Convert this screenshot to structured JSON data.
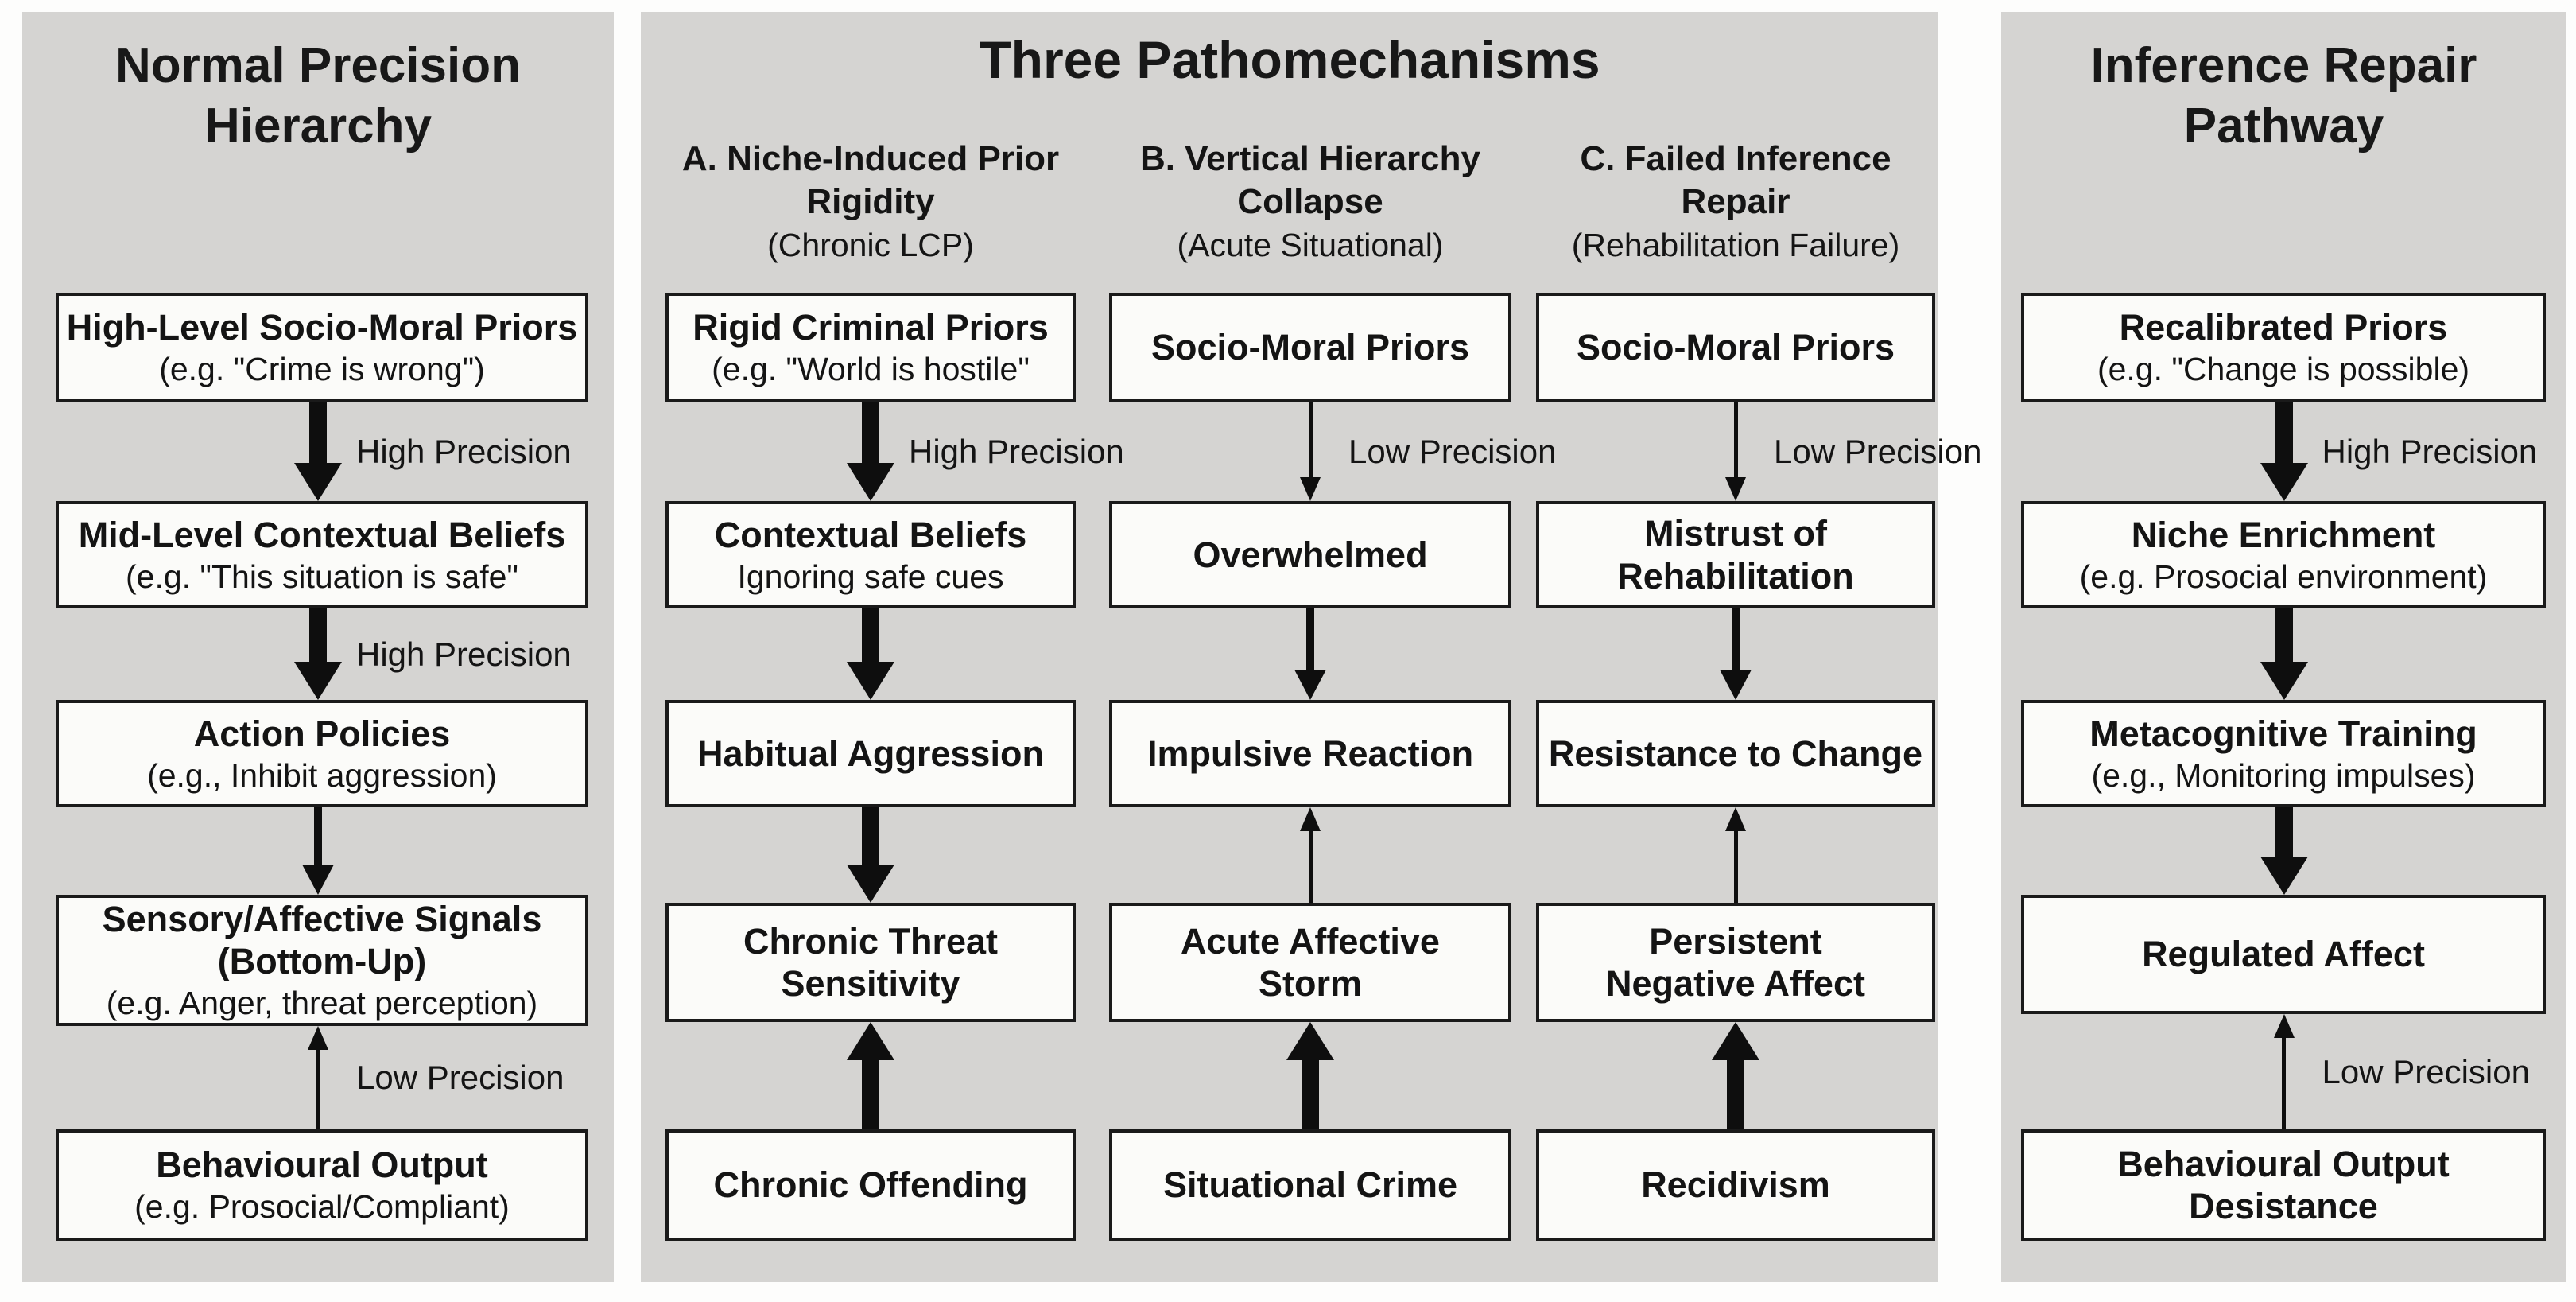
{
  "colors": {
    "panel_bg": "#d5d4d2",
    "box_bg": "#fbfbf9",
    "ink": "#141414",
    "arrow": "#0e0e0e"
  },
  "left": {
    "title": "Normal Precision\nHierarchy",
    "boxes": [
      {
        "title": "High-Level Socio-Moral Priors",
        "sub": "(e.g. \"Crime is wrong\")"
      },
      {
        "title": "Mid-Level Contextual Beliefs",
        "sub": "(e.g. \"This situation is safe\""
      },
      {
        "title": "Action Policies",
        "sub": "(e.g., Inhibit aggression)"
      },
      {
        "title": "Sensory/Affective Signals\n(Bottom-Up)",
        "sub": "(e.g. Anger, threat perception)"
      },
      {
        "title": "Behavioural Output",
        "sub": "(e.g. Prosocial/Compliant)"
      }
    ],
    "edges": [
      {
        "label": "High Precision",
        "direction": "down",
        "weight": "thick",
        "from": "High-Level Socio-Moral Priors",
        "to": "Mid-Level Contextual Beliefs"
      },
      {
        "label": "High Precision",
        "direction": "down",
        "weight": "thick",
        "from": "Mid-Level Contextual Beliefs",
        "to": "Action Policies"
      },
      {
        "label": "",
        "direction": "down",
        "weight": "medium",
        "from": "Action Policies",
        "to": "Sensory/Affective Signals (Bottom-Up)"
      },
      {
        "label": "Low Precision",
        "direction": "up",
        "weight": "thin",
        "from": "Behavioural Output",
        "to": "Sensory/Affective Signals (Bottom-Up)"
      }
    ]
  },
  "middle": {
    "title": "Three Pathomechanisms",
    "columns": [
      {
        "header": "A. Niche-Induced Prior\nRigidity",
        "subheader": "(Chronic LCP)",
        "boxes": [
          {
            "title": "Rigid Criminal Priors",
            "sub": "(e.g. \"World is hostile\""
          },
          {
            "title": "Contextual Beliefs",
            "sub": "Ignoring safe cues"
          },
          {
            "title": "Habitual Aggression",
            "sub": ""
          },
          {
            "title": "Chronic Threat\nSensitivity",
            "sub": ""
          },
          {
            "title": "Chronic Offending",
            "sub": ""
          }
        ],
        "edges": [
          {
            "label": "High Precision",
            "direction": "down",
            "weight": "thick",
            "from": "Rigid Criminal Priors",
            "to": "Contextual Beliefs"
          },
          {
            "label": "",
            "direction": "down",
            "weight": "thick",
            "from": "Contextual Beliefs",
            "to": "Habitual Aggression"
          },
          {
            "label": "",
            "direction": "down",
            "weight": "thick",
            "from": "Habitual Aggression",
            "to": "Chronic Threat Sensitivity"
          },
          {
            "label": "",
            "direction": "up",
            "weight": "thick",
            "from": "Chronic Offending",
            "to": "Chronic Threat Sensitivity"
          }
        ]
      },
      {
        "header": "B. Vertical Hierarchy\nCollapse",
        "subheader": "(Acute Situational)",
        "boxes": [
          {
            "title": "Socio-Moral Priors",
            "sub": ""
          },
          {
            "title": "Overwhelmed",
            "sub": ""
          },
          {
            "title": "Impulsive Reaction",
            "sub": ""
          },
          {
            "title": "Acute Affective\nStorm",
            "sub": ""
          },
          {
            "title": "Situational Crime",
            "sub": ""
          }
        ],
        "edges": [
          {
            "label": "Low Precision",
            "direction": "down",
            "weight": "thin",
            "from": "Socio-Moral Priors",
            "to": "Overwhelmed"
          },
          {
            "label": "",
            "direction": "down",
            "weight": "medium",
            "from": "Overwhelmed",
            "to": "Impulsive Reaction"
          },
          {
            "label": "",
            "direction": "up",
            "weight": "thin",
            "from": "Acute Affective Storm",
            "to": "Impulsive Reaction"
          },
          {
            "label": "",
            "direction": "up",
            "weight": "thick",
            "from": "Situational Crime",
            "to": "Acute Affective Storm"
          }
        ]
      },
      {
        "header": "C. Failed Inference\nRepair",
        "subheader": "(Rehabilitation Failure)",
        "boxes": [
          {
            "title": "Socio-Moral Priors",
            "sub": ""
          },
          {
            "title": "Mistrust of\nRehabilitation",
            "sub": ""
          },
          {
            "title": "Resistance to Change",
            "sub": ""
          },
          {
            "title": "Persistent\nNegative Affect",
            "sub": ""
          },
          {
            "title": "Recidivism",
            "sub": ""
          }
        ],
        "edges": [
          {
            "label": "Low Precision",
            "direction": "down",
            "weight": "thin",
            "from": "Socio-Moral Priors",
            "to": "Mistrust of Rehabilitation"
          },
          {
            "label": "",
            "direction": "down",
            "weight": "medium",
            "from": "Mistrust of Rehabilitation",
            "to": "Resistance to Change"
          },
          {
            "label": "",
            "direction": "up",
            "weight": "thin",
            "from": "Persistent Negative Affect",
            "to": "Resistance to Change"
          },
          {
            "label": "",
            "direction": "up",
            "weight": "thick",
            "from": "Recidivism",
            "to": "Persistent Negative Affect"
          }
        ]
      }
    ]
  },
  "right": {
    "title": "Inference Repair\nPathway",
    "boxes": [
      {
        "title": "Recalibrated Priors",
        "sub": "(e.g. \"Change is possible)"
      },
      {
        "title": "Niche Enrichment",
        "sub": "(e.g. Prosocial environment)"
      },
      {
        "title": "Metacognitive Training",
        "sub": "(e.g., Monitoring impulses)"
      },
      {
        "title": "Regulated Affect",
        "sub": ""
      },
      {
        "title": "Behavioural Output\nDesistance",
        "sub": ""
      }
    ],
    "edges": [
      {
        "label": "High Precision",
        "direction": "down",
        "weight": "thick",
        "from": "Recalibrated Priors",
        "to": "Niche Enrichment"
      },
      {
        "label": "",
        "direction": "down",
        "weight": "thick",
        "from": "Niche Enrichment",
        "to": "Metacognitive Training"
      },
      {
        "label": "",
        "direction": "down",
        "weight": "thick",
        "from": "Metacognitive Training",
        "to": "Regulated Affect"
      },
      {
        "label": "Low Precision",
        "direction": "up",
        "weight": "thin",
        "from": "Behavioural Output Desistance",
        "to": "Regulated Affect"
      }
    ]
  }
}
